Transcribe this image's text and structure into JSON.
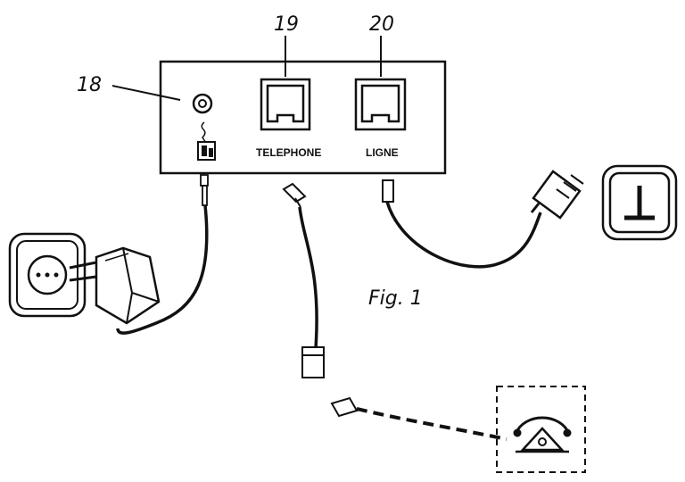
{
  "callouts": {
    "power_jack_number": "18",
    "telephone_port_number": "19",
    "line_port_number": "20"
  },
  "ports": {
    "telephone_label": "TELEPHONE",
    "line_label": "LIGNE"
  },
  "figure_caption": "Fig. 1",
  "icons": {
    "power_jack": "dc-jack-icon",
    "adapter": "power-adapter-icon",
    "wall_outlet": "wall-socket-icon",
    "phone_wall_socket": "telephone-wall-socket-icon",
    "telephone": "telephone-handset-icon"
  }
}
